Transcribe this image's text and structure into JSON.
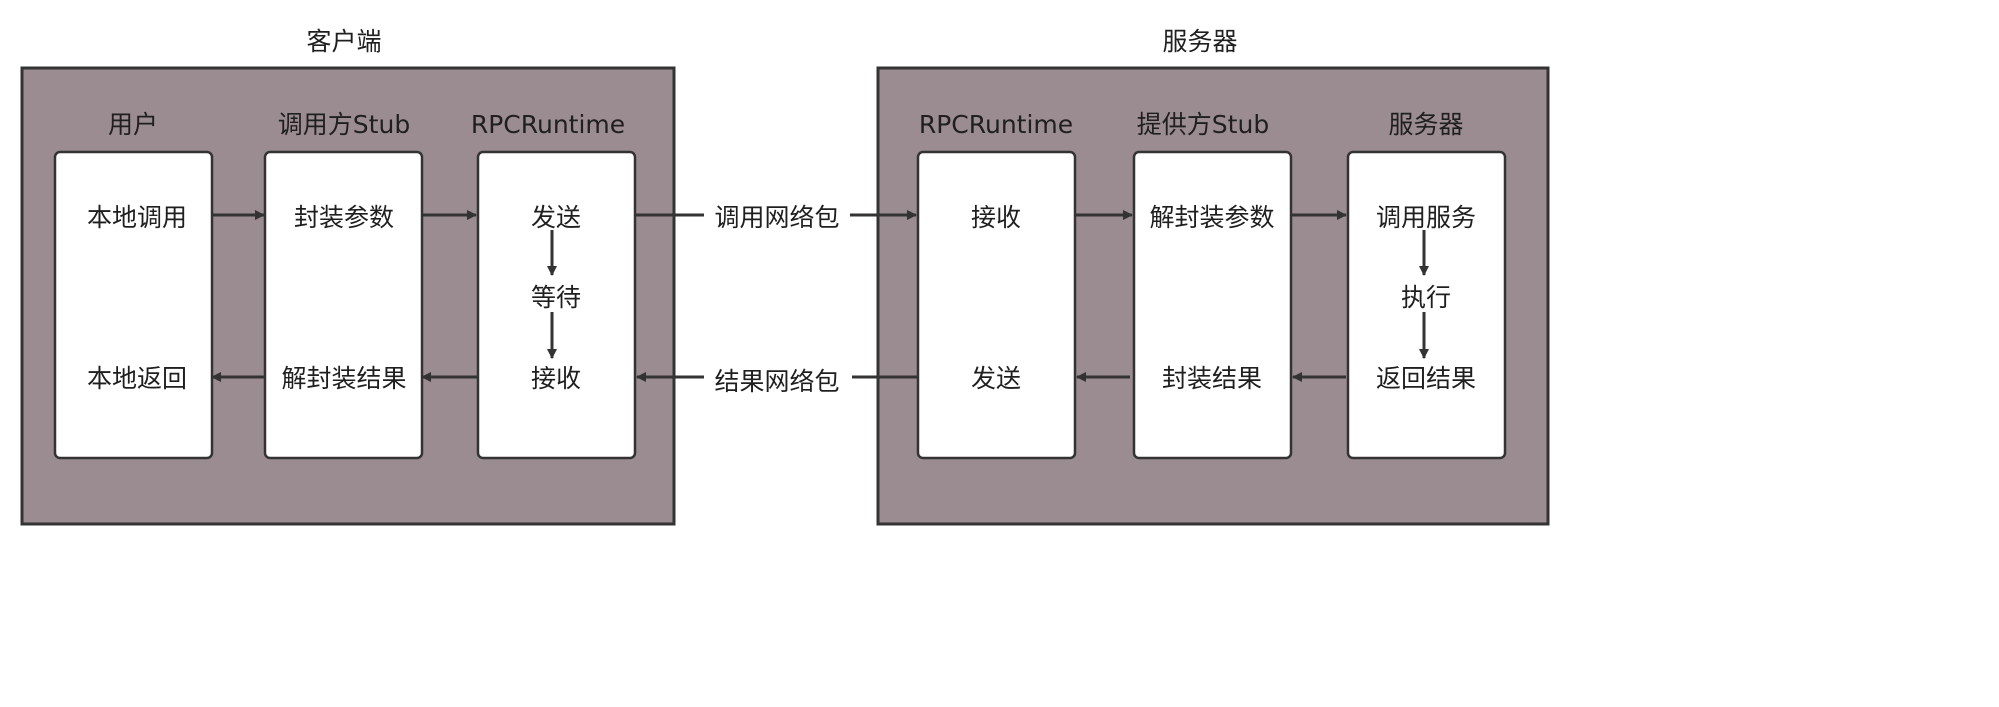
{
  "client": {
    "title": "客户端",
    "user": {
      "title": "用户",
      "local_call": "本地调用",
      "local_return": "本地返回"
    },
    "stub": {
      "title": "调用方Stub",
      "pack_params": "封装参数",
      "unpack_result": "解封装结果"
    },
    "runtime": {
      "title": "RPCRuntime",
      "send": "发送",
      "wait": "等待",
      "receive": "接收"
    }
  },
  "server": {
    "title": "服务器",
    "runtime": {
      "title": "RPCRuntime",
      "receive": "接收",
      "send": "发送"
    },
    "stub": {
      "title": "提供方Stub",
      "unpack_params": "解封装参数",
      "pack_result": "封装结果"
    },
    "service": {
      "title": "服务器",
      "invoke": "调用服务",
      "execute": "执行",
      "return_result": "返回结果"
    }
  },
  "network": {
    "call_packet": "调用网络包",
    "result_packet": "结果网络包"
  },
  "colors": {
    "panel_fill": "#9b8c91",
    "stroke": "#333333",
    "lane_fill": "#ffffff",
    "text": "#1f1f1f"
  }
}
